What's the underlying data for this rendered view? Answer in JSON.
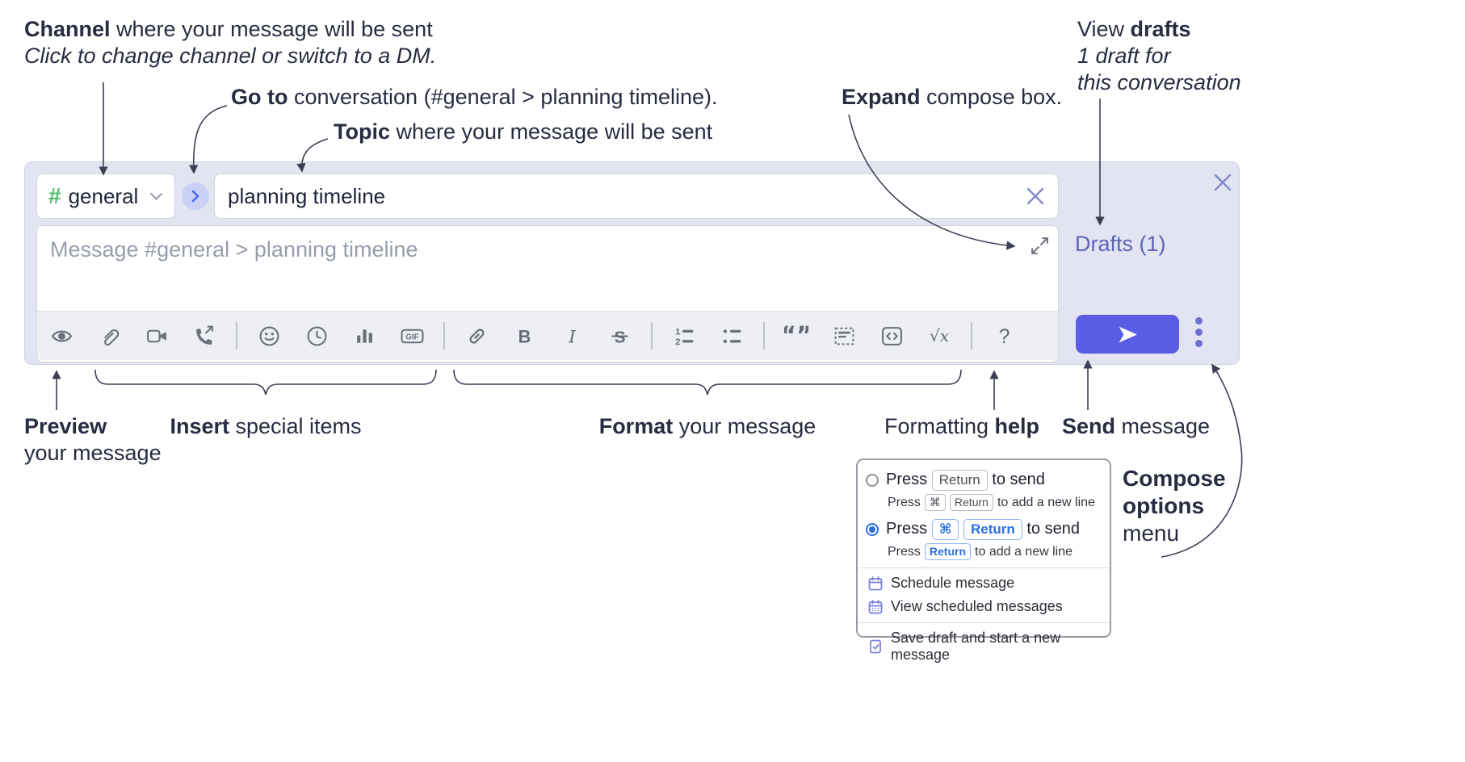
{
  "colors": {
    "compose_bg": "#e3e4f1",
    "toolbar_bg": "#edeff4",
    "send_button": "#5b5ce6",
    "drafts_link": "#5c63bb",
    "hash_green": "#54bb70",
    "goto_icon_blue": "#4b66e8",
    "goto_circle_bg": "#c9d2f6",
    "radio_selected_blue": "#2b6fe4",
    "menu_icon_purple": "#7b80d6",
    "close_icon_purple": "#8089ca",
    "annotation_text": "#272c41",
    "connector_line": "#3a3f52"
  },
  "annotations": {
    "channel": {
      "bold": "Channel",
      "rest": " where your message will be sent",
      "line2": "Click to change channel or switch to a DM."
    },
    "goto": {
      "bold": "Go to",
      "rest": " conversation (#general > planning timeline)."
    },
    "topic": {
      "bold": "Topic",
      "rest": " where your message will be sent"
    },
    "expand": {
      "bold": "Expand",
      "rest": " compose box."
    },
    "view_drafts": {
      "pre": "View ",
      "bold": "drafts",
      "line2": "1 draft for",
      "line3": "this conversation"
    },
    "preview": {
      "bold": "Preview",
      "line2": "your message"
    },
    "insert": {
      "bold": "Insert",
      "rest": " special items"
    },
    "format": {
      "bold": "Format",
      "rest": " your message"
    },
    "help": {
      "pre": "Formatting ",
      "bold": "help"
    },
    "send": {
      "bold": "Send",
      "rest": " message"
    },
    "compose_options": {
      "line1": "Compose",
      "line2": "options",
      "line3": "menu"
    }
  },
  "compose": {
    "channel_hash": "#",
    "channel_name": "general",
    "topic_value": "planning timeline",
    "message_placeholder": "Message #general > planning timeline",
    "drafts_label": "Drafts (1)",
    "toolbar": {
      "icons": [
        "preview",
        "attach-file",
        "video-call",
        "voice-call",
        "add-emoji",
        "add-global-time",
        "add-poll",
        "add-gif",
        "link",
        "bold",
        "italic",
        "strikethrough",
        "numbered-list",
        "bulleted-list",
        "quote",
        "spoiler",
        "code",
        "math",
        "message-formatting-help"
      ],
      "gif": "GIF",
      "bold": "B",
      "italic": "I",
      "strike": "S",
      "quote": "“”",
      "ol1": "1",
      "ol2": "2",
      "math": "√x",
      "help": "?"
    }
  },
  "popup": {
    "option1": {
      "press": "Press",
      "key1": "Return",
      "suffix": "to send"
    },
    "option1_sub": {
      "press": "Press",
      "key1": "⌘",
      "key2": "Return",
      "suffix": "to add a new line"
    },
    "option2": {
      "press": "Press",
      "key1": "⌘",
      "key2": "Return",
      "suffix": "to send"
    },
    "option2_sub": {
      "press": "Press",
      "key1": "Return",
      "suffix": "to add a new line"
    },
    "schedule": "Schedule message",
    "view_scheduled": "View scheduled messages",
    "save_draft": "Save draft and start a new message"
  }
}
